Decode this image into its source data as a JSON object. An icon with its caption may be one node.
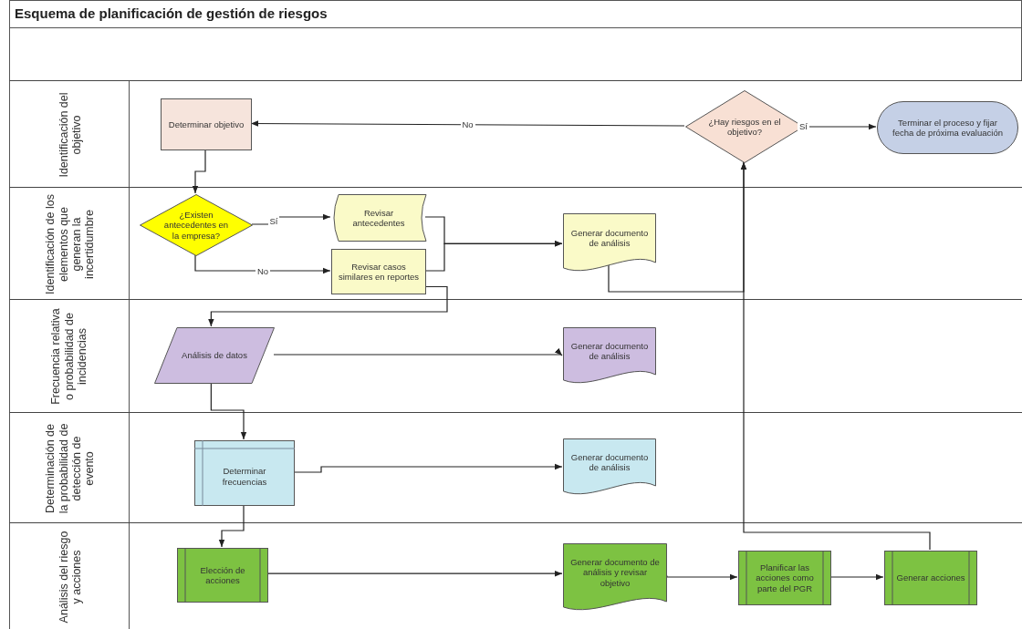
{
  "diagram": {
    "title": "Esquema de planificación de gestión de riesgos",
    "nodes": [
      {
        "text": [
          "Identificación del objetivo"
        ]
      },
      {
        "text": [
          "Determinar objetivo"
        ],
        "in": 0
      },
      {
        "text": [
          "¿Hay riesgos en el objetivo?"
        ],
        "in": 0
      },
      {
        "text": [
          "Terminar el proceso y fijar fecha de próxima evaluación"
        ],
        "in": 0
      },
      {
        "text": [
          "Identificación de los elementos que generan la incertidumbre"
        ]
      },
      {
        "text": [
          "¿Existen antecedentes en la empresa?"
        ],
        "in": 4
      },
      {
        "text": [
          "Revisar antecedentes"
        ],
        "in": 4
      },
      {
        "text": [
          "Revisar casos similares en reportes"
        ],
        "in": 4
      },
      {
        "text": [
          "Generar documento de análisis"
        ],
        "in": 4
      },
      {
        "text": [
          "Frecuencia relativa o probabilidad de incidencias"
        ]
      },
      {
        "text": [
          "Análisis de datos"
        ],
        "in": 9
      },
      {
        "text": [
          "Generar documento de análisis"
        ],
        "in": 9
      },
      {
        "text": [
          "Determinación de la probabilidad de detección de evento"
        ]
      },
      {
        "text": [
          "Determinar frecuencias"
        ],
        "in": 12
      },
      {
        "text": [
          "Generar documento de análisis"
        ],
        "in": 12
      },
      {
        "text": [
          "Análisis del riesgo y acciones"
        ]
      },
      {
        "text": [
          "Elección de acciones"
        ],
        "in": 15
      },
      {
        "text": [
          "Generar documento de análisis y revisar objetivo"
        ],
        "in": 15
      },
      {
        "text": [
          "Planificar las acciones como parte del PGR"
        ],
        "in": 15
      },
      {
        "text": [
          "Generar acciones"
        ],
        "in": 15
      }
    ],
    "edges": [
      {
        "from": 1,
        "to": 5,
        "arrow": "to"
      },
      {
        "from": 5,
        "to": 6,
        "arrow": "to",
        "label": "Sí"
      },
      {
        "from": 5,
        "to": 7,
        "arrow": "to",
        "label": "No"
      },
      {
        "from": 6,
        "to": 8,
        "arrow": "to"
      },
      {
        "from": 7,
        "to": 8,
        "arrow": "to"
      },
      {
        "from": 7,
        "to": 10,
        "arrow": "to"
      },
      {
        "from": 10,
        "to": 11,
        "arrow": "to"
      },
      {
        "from": 10,
        "to": 13,
        "arrow": "to"
      },
      {
        "from": 13,
        "to": 14,
        "arrow": "to"
      },
      {
        "from": 13,
        "to": 16,
        "arrow": "to"
      },
      {
        "from": 16,
        "to": 17,
        "arrow": "to"
      },
      {
        "from": 17,
        "to": 18,
        "arrow": "to"
      },
      {
        "from": 18,
        "to": 19,
        "arrow": "to"
      },
      {
        "from": 2,
        "to": 1,
        "arrow": "to",
        "label": "No"
      },
      {
        "from": 2,
        "to": 3,
        "arrow": "to",
        "label": "Sí"
      },
      {
        "from": 19,
        "to": 2,
        "arrow": "to"
      },
      {
        "from": 8,
        "to": 2,
        "arrow": "to"
      }
    ]
  }
}
